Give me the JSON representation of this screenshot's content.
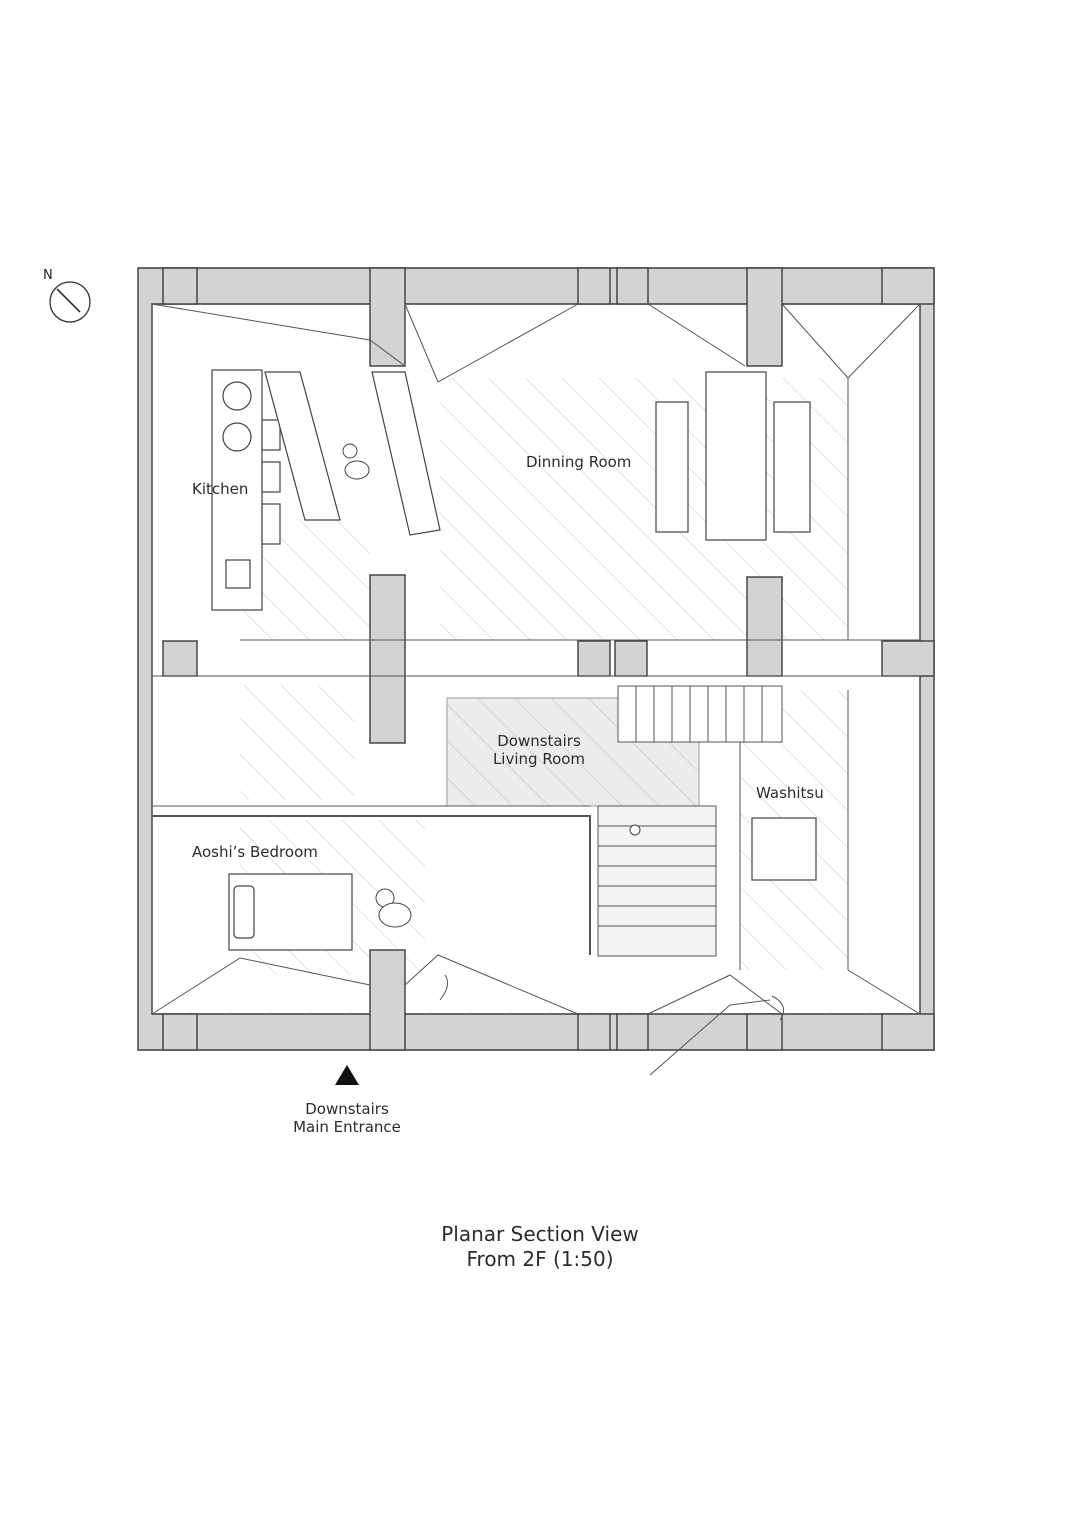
{
  "north_label": "N",
  "rooms": {
    "kitchen": "Kitchen",
    "dining": "Dinning Room",
    "living_line1": "Downstairs",
    "living_line2": "Living Room",
    "washitsu": "Washitsu",
    "bedroom": "Aoshi’s Bedroom"
  },
  "entrance": {
    "line1": "Downstairs",
    "line2": "Main Entrance"
  },
  "title": {
    "line1": "Planar Section View",
    "line2": "From 2F (1:50)"
  },
  "colors": {
    "wall": "#d3d3d5",
    "stroke": "#3c3c3c",
    "hatch": "#c4c4c4",
    "living_fill": "#ececec"
  }
}
